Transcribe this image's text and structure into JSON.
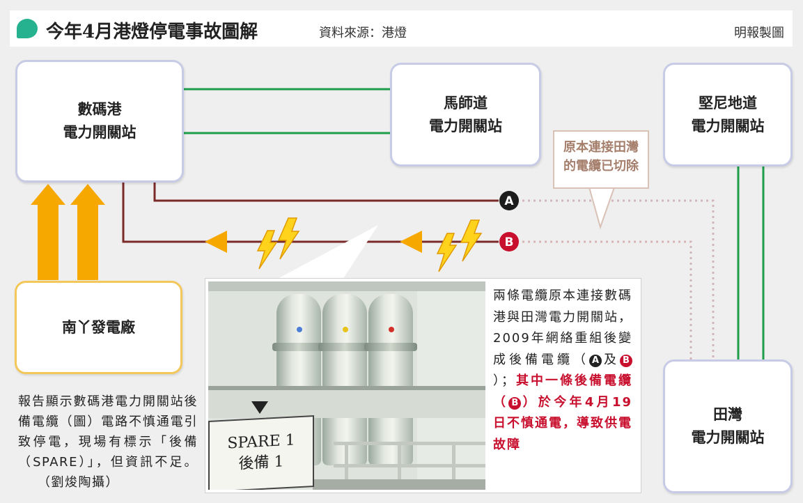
{
  "header": {
    "title": "今年4月港燈停電事故圖解",
    "source": "資料來源：港燈",
    "credit": "明報製圖"
  },
  "stations": {
    "cyberport": [
      "數碼港",
      "電力開關站"
    ],
    "ma_sze_road": [
      "馬師道",
      "電力開關站"
    ],
    "kennedy_road": [
      "堅尼地道",
      "電力開關站"
    ],
    "tin_wan": [
      "田灣",
      "電力開關站"
    ],
    "lamma": [
      "南丫發電廠"
    ]
  },
  "cable_labels": {
    "a": "A",
    "b": "B"
  },
  "callout": [
    "原本連接田灣",
    "的電纜已切除"
  ],
  "photo": {
    "sign": [
      "SPARE 1",
      "後備 1"
    ]
  },
  "photo_text": {
    "part1": "兩條電纜原本連接數碼港與田灣電力開關站，2009年網絡重組後變成後備電纜（",
    "a": "A",
    "mid": "及",
    "b": "B",
    "part2": "）；",
    "red1": "其中一條後備電纜（",
    "red_b": "B",
    "red2": "）於今年4月19日不慎通電，導致供電故障"
  },
  "report": {
    "text": "報告顯示數碼港電力開關站後備電纜（圖）電路不慎通電引致停電，現場有標示「後備（SPARE）」，但資訊不足。",
    "credit": "（劉焌陶攝）"
  },
  "colors": {
    "green_cable": "#1f9e4a",
    "backup_cable": "#7a2a27",
    "dotted_cable": "#d5b5b5",
    "arrow": "#f6a700",
    "box_border": "#c7cbe6",
    "plant_border": "#f4c75b",
    "highlight_red": "#c8102e",
    "accent": "#26b28f"
  }
}
